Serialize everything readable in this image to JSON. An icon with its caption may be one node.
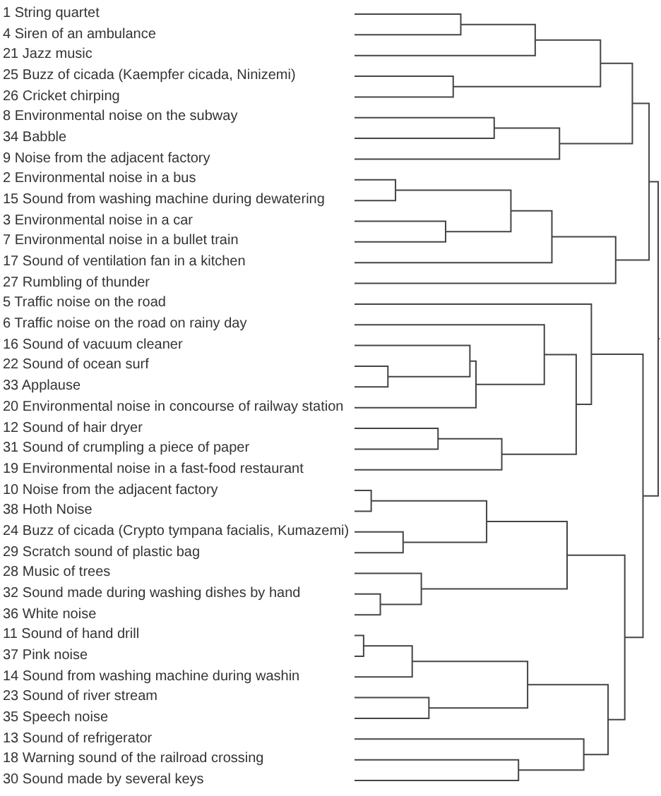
{
  "diagram": {
    "labels": [
      "1 String quartet",
      "4 Siren of an ambulance",
      "21 Jazz music",
      "25 Buzz of cicada (Kaempfer cicada, Ninizemi)",
      "26 Cricket chirping",
      "8 Environmental noise on the subway",
      "34 Babble",
      "9 Noise from the adjacent factory",
      "2 Environmental noise in a bus",
      "15 Sound from washing machine during dewatering",
      "3 Environmental noise in a car",
      "7 Environmental noise in a bullet train",
      "17 Sound of ventilation fan in a kitchen",
      "27 Rumbling of thunder",
      "5 Traffic noise on the road",
      "6 Traffic noise on the road on rainy day",
      "16 Sound of vacuum cleaner",
      "22 Sound of ocean surf",
      "33 Applause",
      "20 Environmental noise in concourse of railway station",
      "12 Sound of hair dryer",
      "31 Sound of crumpling a piece of paper",
      "19 Environmental noise in a fast-food restaurant",
      "10 Noise from the adjacent factory",
      "38 Hoth Noise",
      "24 Buzz of cicada (Crypto tympana facialis, Kumazemi)",
      "29 Scratch sound of plastic bag",
      "28 Music of trees",
      "32 Sound made during washing dishes by hand",
      "36 White noise",
      "11 Sound of hand drill",
      "37 Pink noise",
      "14 Sound from washing machine during washin",
      "23 Sound of river stream",
      "35 Speech noise",
      "13 Sound of refrigerator",
      "18 Warning sound of the railroad crossing",
      "30 Sound made by several keys"
    ]
  }
}
